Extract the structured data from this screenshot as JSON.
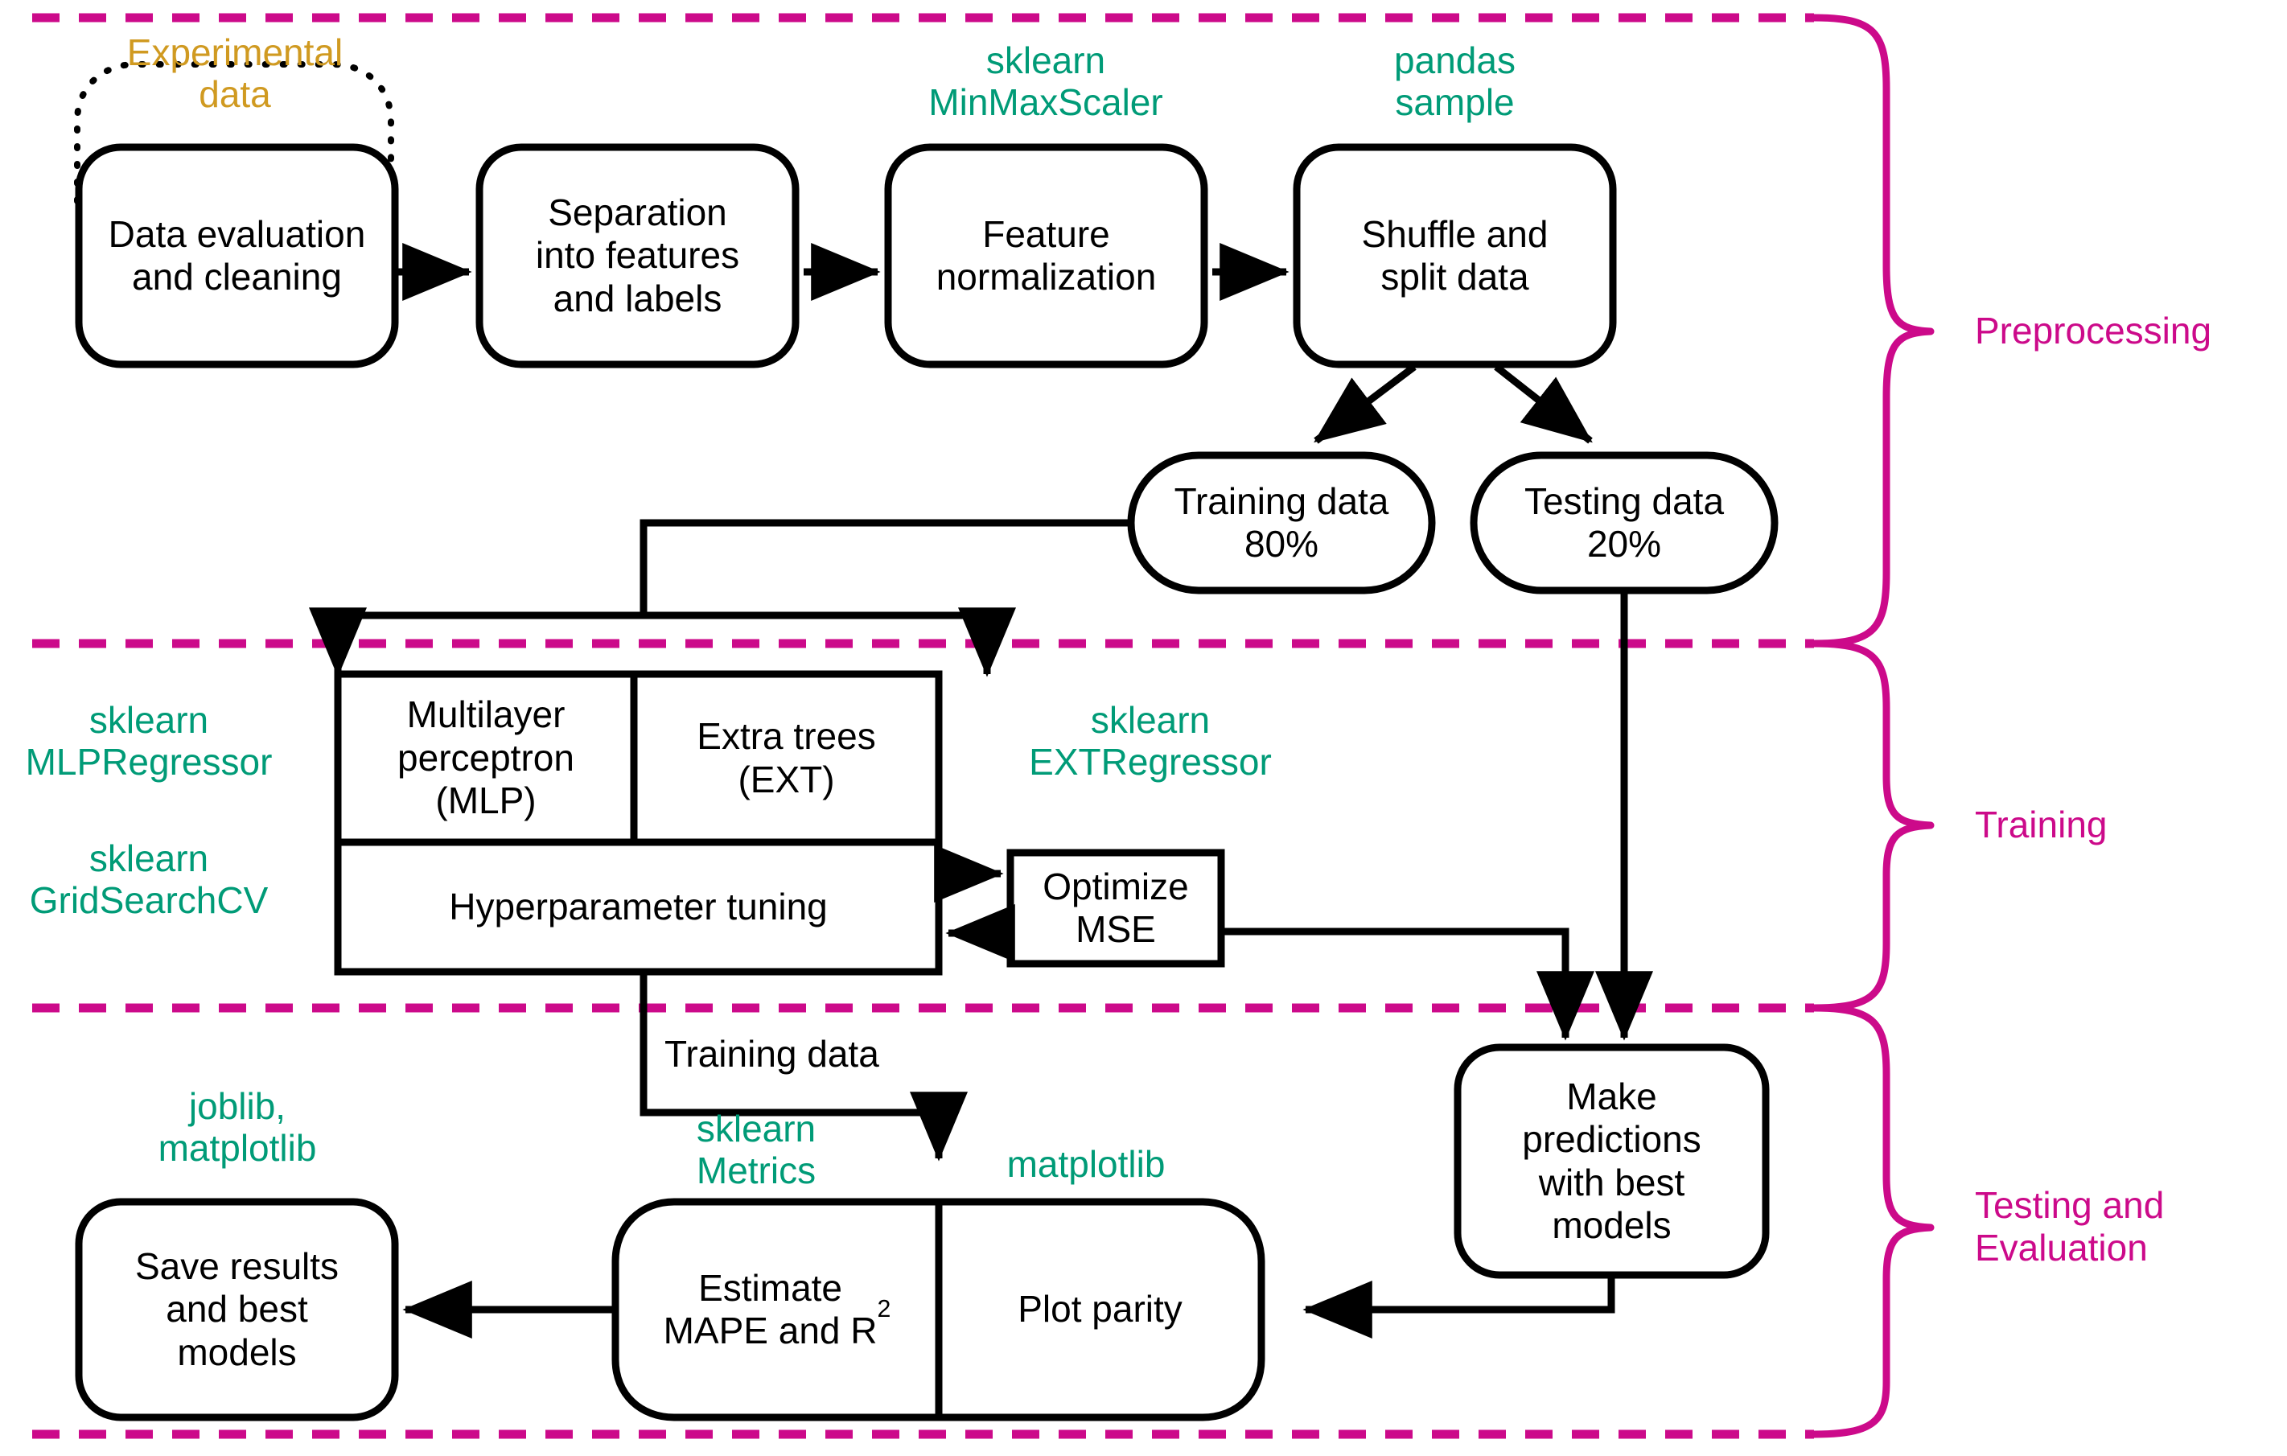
{
  "diagram": {
    "title": "Machine learning workflow flowchart",
    "colors": {
      "phase_divider": "#CC0A8A",
      "library_label": "#009B77",
      "source_label": "#D09A21",
      "node_outline": "#000000",
      "background": "#FFFFFF"
    },
    "phases": [
      {
        "id": "preprocessing",
        "label": "Preprocessing"
      },
      {
        "id": "training",
        "label": "Training"
      },
      {
        "id": "testing",
        "label": "Testing and\nEvaluation"
      }
    ],
    "source_annotation": {
      "label": "Experimental\ndata"
    },
    "nodes": [
      {
        "id": "data-evaluation",
        "label": "Data evaluation\nand cleaning"
      },
      {
        "id": "separation",
        "label": "Separation\ninto features\nand labels"
      },
      {
        "id": "feature-normalization",
        "label": "Feature\nnormalization"
      },
      {
        "id": "shuffle-split",
        "label": "Shuffle and\nsplit data"
      },
      {
        "id": "training-data",
        "label": "Training data\n80%"
      },
      {
        "id": "testing-data",
        "label": "Testing data\n20%"
      },
      {
        "id": "mlp",
        "label": "Multilayer\nperceptron\n(MLP)"
      },
      {
        "id": "ext",
        "label": "Extra trees\n(EXT)"
      },
      {
        "id": "hyperparameter-tuning",
        "label": "Hyperparameter tuning"
      },
      {
        "id": "optimize-mse",
        "label": "Optimize\nMSE"
      },
      {
        "id": "make-predictions",
        "label": "Make\npredictions\nwith best\nmodels"
      },
      {
        "id": "save-results",
        "label": "Save results\nand best\nmodels"
      },
      {
        "id": "estimate-metrics",
        "label": "Estimate\nMAPE and R"
      },
      {
        "id": "estimate-metrics-sup",
        "label": "2"
      },
      {
        "id": "plot-parity",
        "label": "Plot parity"
      }
    ],
    "library_labels": [
      {
        "id": "minmaxscaler",
        "label": "sklearn\nMinMaxScaler"
      },
      {
        "id": "pandas-sample",
        "label": "pandas\nsample"
      },
      {
        "id": "mlpregressor",
        "label": "sklearn\nMLPRegressor"
      },
      {
        "id": "extregressor",
        "label": "sklearn\nEXTRegressor"
      },
      {
        "id": "gridsearchcv",
        "label": "sklearn\nGridSearchCV"
      },
      {
        "id": "joblib-matplotlib",
        "label": "joblib,\nmatplotlib"
      },
      {
        "id": "sklearn-metrics",
        "label": "sklearn\nMetrics"
      },
      {
        "id": "matplotlib",
        "label": "matplotlib"
      }
    ],
    "edge_labels": [
      {
        "id": "training-data-edge",
        "label": "Training data"
      }
    ]
  }
}
